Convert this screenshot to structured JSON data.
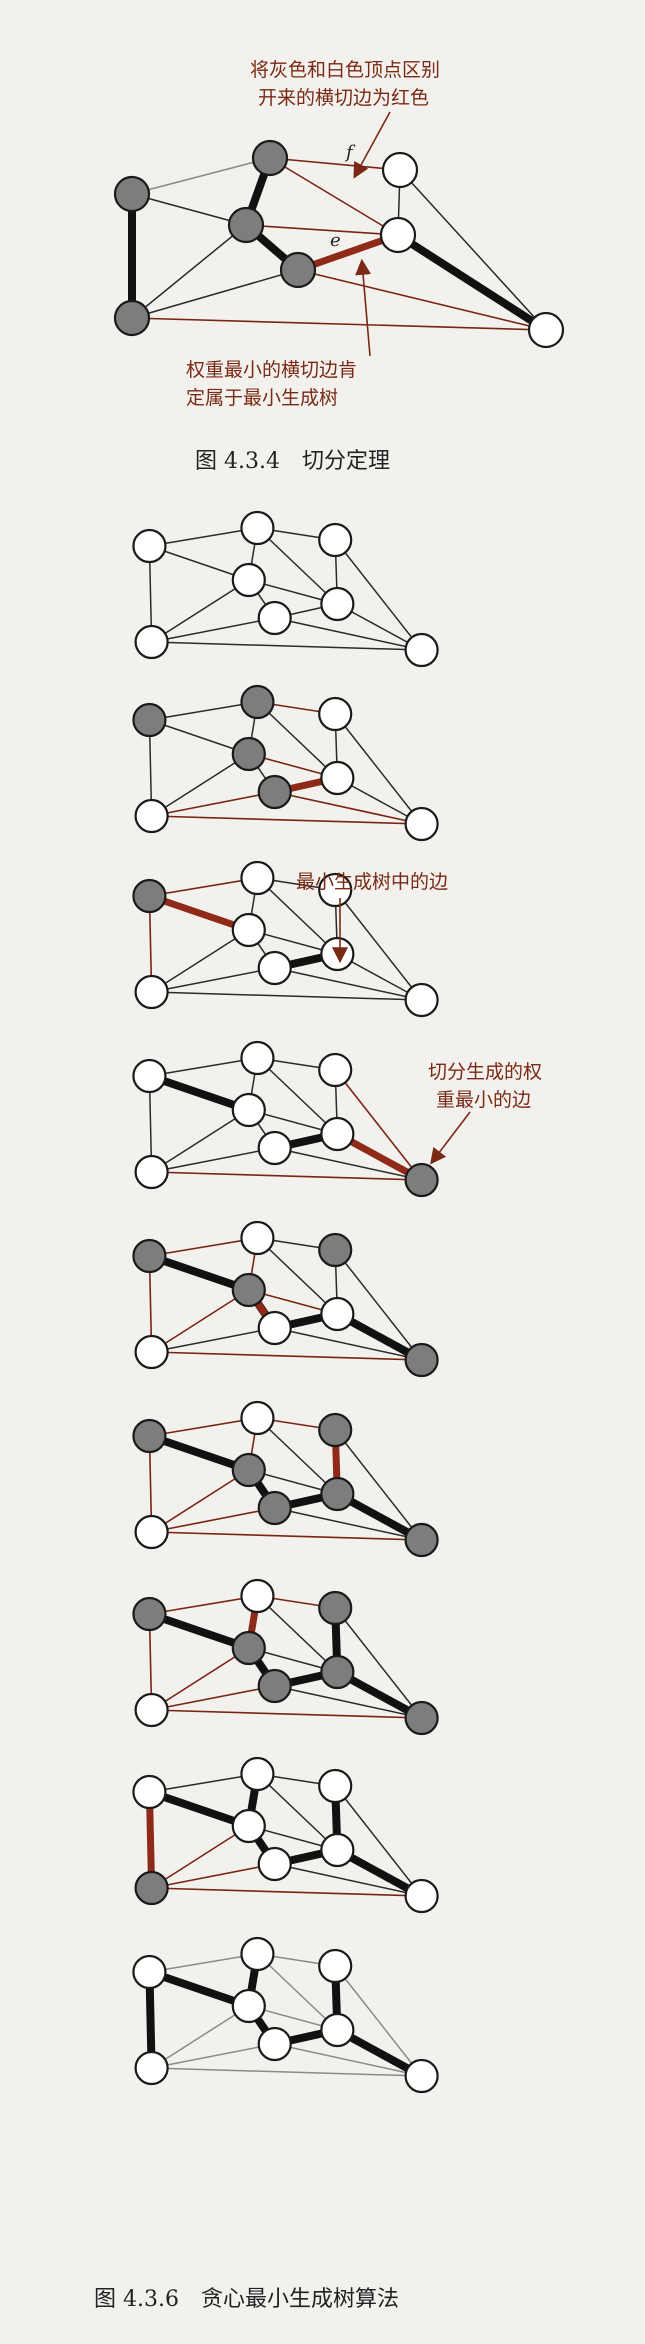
{
  "figure_434": {
    "caption": "图 4.3.4　切分定理",
    "annotation_top": [
      "将灰色和白色顶点区别",
      "开来的横切边为红色"
    ],
    "annotation_bottom": [
      "权重最小的横切边肯",
      "定属于最小生成树"
    ],
    "label_f": "f",
    "label_e": "e"
  },
  "figure_436": {
    "caption": "图 4.3.6　贪心最小生成树算法",
    "annotation_mst_edge": "最小生成树中的边",
    "annotation_cut_min": [
      "切分生成的权",
      "重最小的边"
    ]
  },
  "colors": {
    "background": "#f2f1ee",
    "gray_vertex": "#7d7d7d",
    "white_vertex": "#ffffff",
    "crossing_edge": "#7a2412",
    "mst_edge": "#111111"
  }
}
